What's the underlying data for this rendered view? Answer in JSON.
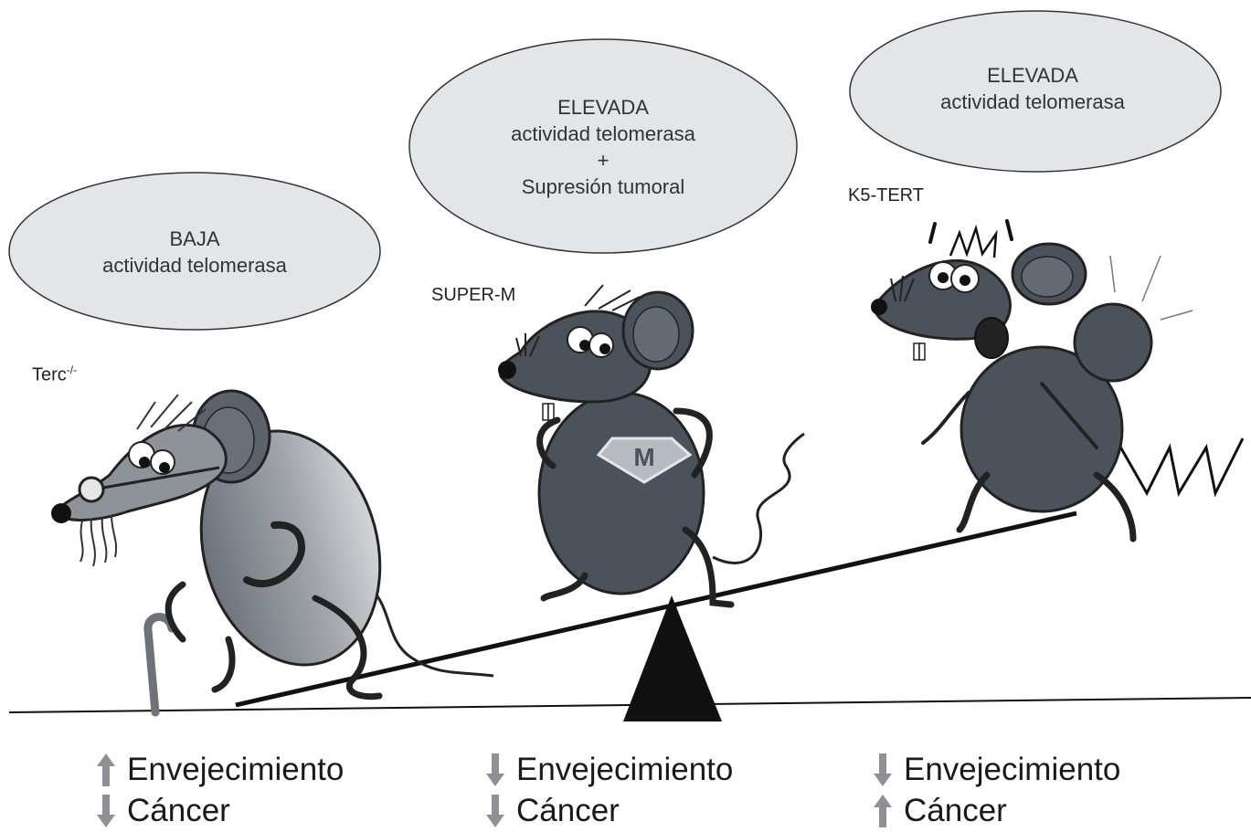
{
  "bubbles": {
    "low": {
      "level": "BAJA",
      "activity": "actividad telomerasa"
    },
    "super": {
      "level": "ELEVADA",
      "activity": "actividad telomerasa",
      "plus": "+",
      "extra": "Supresión tumoral"
    },
    "high": {
      "level": "ELEVADA",
      "activity": "actividad telomerasa"
    }
  },
  "mice": {
    "terc": {
      "name": "Terc",
      "superscript": "-/-"
    },
    "super": {
      "name": "SUPER-M",
      "emblem": "M"
    },
    "k5": {
      "name": "K5-TERT"
    }
  },
  "effects": {
    "terc": {
      "aging_label": "Envejecimiento",
      "aging_dir": "up",
      "cancer_label": "Cáncer",
      "cancer_dir": "down"
    },
    "super": {
      "aging_label": "Envejecimiento",
      "aging_dir": "down",
      "cancer_label": "Cáncer",
      "cancer_dir": "down"
    },
    "k5": {
      "aging_label": "Envejecimiento",
      "aging_dir": "down",
      "cancer_label": "Cáncer",
      "cancer_dir": "up"
    }
  },
  "colors": {
    "bubble_fill": "#e3e5e8",
    "mouse_dark": "#4c525c",
    "mouse_old": "#8e939a",
    "arrow": "#8d9196",
    "line": "#111111"
  },
  "icons": {
    "up": "arrow-up-icon",
    "down": "arrow-down-icon"
  }
}
